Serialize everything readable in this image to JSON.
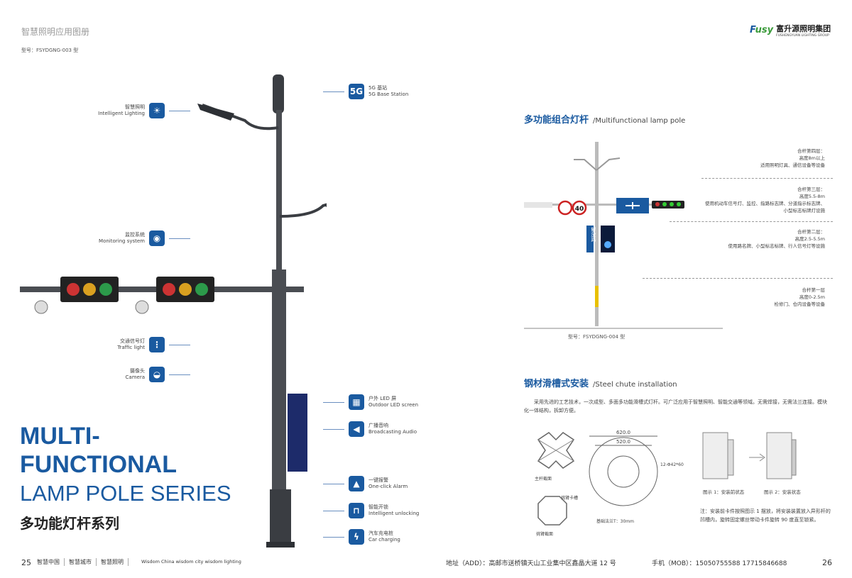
{
  "header": {
    "title": "智慧照明应用图册",
    "model_left": "型号：FSYDGNG-003 型"
  },
  "brand": {
    "logo_text": "Fusy",
    "name_cn": "富升源照明集团",
    "name_en": "FUSHENGYUAN LIGHTING GROUP",
    "color": "#1a5aa0"
  },
  "left_labels": [
    {
      "cn": "智慧照明",
      "en": "Intelligent Lighting",
      "icon": "sun-icon"
    },
    {
      "cn": "监控系统",
      "en": "Monitoring system",
      "icon": "cctv-icon"
    },
    {
      "cn": "交通信号灯",
      "en": "Traffic light",
      "icon": "traffic-light-icon"
    },
    {
      "cn": "摄像头",
      "en": "Camera",
      "icon": "camera-icon"
    }
  ],
  "right_labels": [
    {
      "cn": "5G 基站",
      "en": "5G Base Station",
      "icon": "5g-icon",
      "glyph": "5G"
    },
    {
      "cn": "户外 LED 屏",
      "en": "Outdoor LED screen",
      "icon": "led-screen-icon"
    },
    {
      "cn": "广播音响",
      "en": "Broadcasting Audio",
      "icon": "megaphone-icon"
    },
    {
      "cn": "一键报警",
      "en": "One-click Alarm",
      "icon": "alarm-icon"
    },
    {
      "cn": "智能开锁",
      "en": "Intelligent unlocking",
      "icon": "lock-icon"
    },
    {
      "cn": "汽车充电桩",
      "en": "Car charging",
      "icon": "charging-icon"
    }
  ],
  "big_title": {
    "line1": "MULTI-",
    "line2": "FUNCTIONAL",
    "line3": "LAMP POLE SERIES",
    "cn": "多功能灯杆系列"
  },
  "section1": {
    "title_cn": "多功能组合灯杆",
    "title_en": "/Multifunctional lamp pole",
    "model": "型号：FSYDGNG-004 型",
    "sign_speed": "40",
    "sign_street": "解放路",
    "tiers": [
      {
        "name": "合杆第四层：",
        "height": "高度8m以上",
        "desc": "适用照明灯具、通信设备等设备"
      },
      {
        "name": "合杆第三层：",
        "height": "高度5.5-8m",
        "desc": "使用机动车信号灯、监控、指路标志牌、分道指示标志牌、小型标志标牌灯设施"
      },
      {
        "name": "合杆第二层：",
        "height": "高度2.5-5.5m",
        "desc": "使用路名牌、小型标志标牌、行人信号灯等设施"
      },
      {
        "name": "合杆第一层",
        "height": "高度0-2.5m",
        "desc": "检修门、仓内设备等设备"
      }
    ]
  },
  "section2": {
    "title_cn": "钢材滑槽式安装",
    "title_en": "/Steel chute installation",
    "body": "采用先进的工艺技术，一次成型、多面多功能滑槽式灯杆。可广泛应用于智慧照明、智能交通等领域。无需焊接，无需法兰连接。模块化一体结构，拆卸方便。",
    "fig_main": "主杆截面",
    "fig_arm": "挑臂截面",
    "fig_slot": "挑臂卡槽",
    "dim1": "620.0",
    "dim2": "520.0",
    "holes": "12-Φ42*60",
    "flange": "基础法兰T：30mm",
    "fig1": "图示 1：安装前状态",
    "fig2": "图示 2：安装状态",
    "note": "注：安装前卡件按照图示 1 摆放，将安装装置放入异形杆的凹槽内，旋转固定螺丝带动卡件旋转 90 度直至锁紧。"
  },
  "footer": {
    "page_left": "25",
    "tags": [
      "智慧中国",
      "智慧城市",
      "智慧照明"
    ],
    "slogan": "Wisdom China  wisdom city  wisdom lighting",
    "address": "地址（ADD）：高邮市送桥镇天山工业集中区鑫晶大道 12 号",
    "phone": "手机（MOB）：15050755588  17715846688",
    "page_right": "26"
  }
}
